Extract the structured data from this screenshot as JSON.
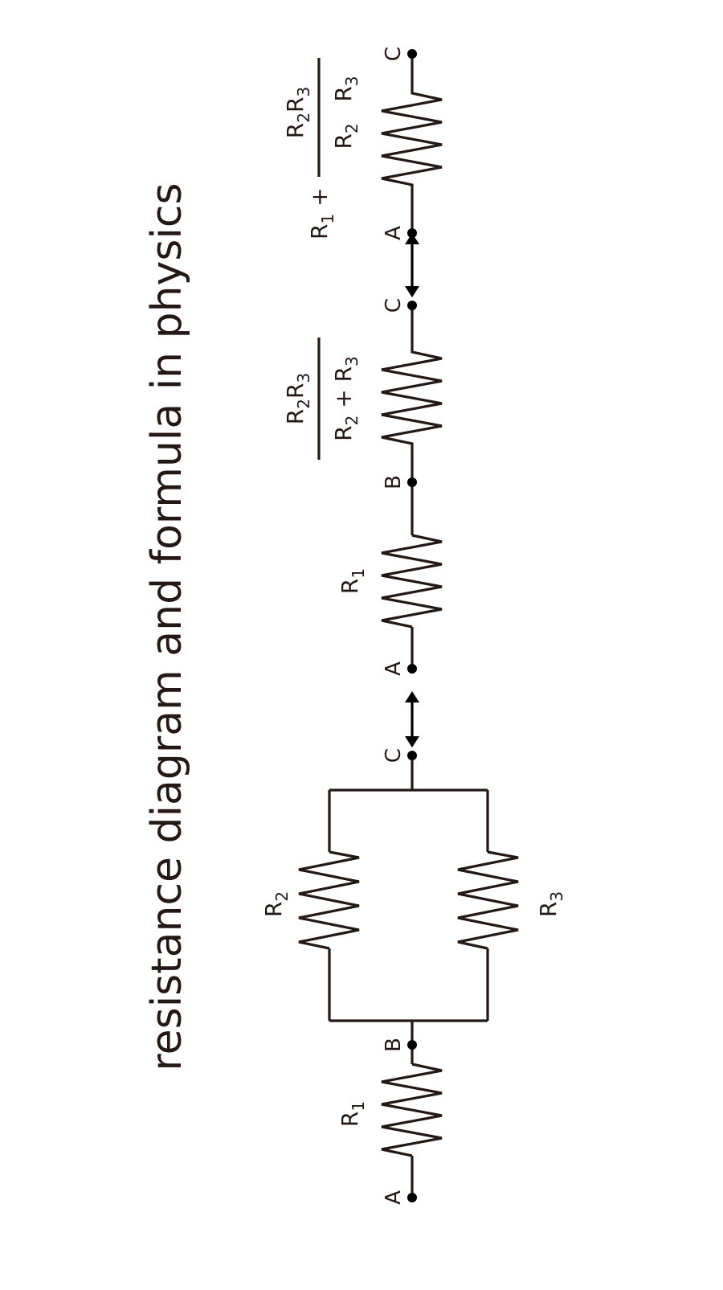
{
  "title": "resistance diagram and formula in physics",
  "colors": {
    "line": "#231815",
    "node": "#000000",
    "background": "#ffffff"
  },
  "nodes": {
    "a": "A",
    "b": "B",
    "c": "C"
  },
  "resistors": {
    "r1": "R",
    "r1_sub": "1",
    "r2": "R",
    "r2_sub": "2",
    "r3": "R",
    "r3_sub": "3"
  },
  "formulas": {
    "parallel": {
      "num": [
        "R",
        "2",
        "R",
        "3"
      ],
      "den": [
        "R",
        "2",
        " + R",
        "3"
      ]
    },
    "total": {
      "prefix": [
        "R",
        "1",
        " +"
      ],
      "num": [
        "R",
        "2",
        "R",
        "3"
      ],
      "den": [
        "R",
        "2",
        "   R",
        "3"
      ]
    }
  }
}
